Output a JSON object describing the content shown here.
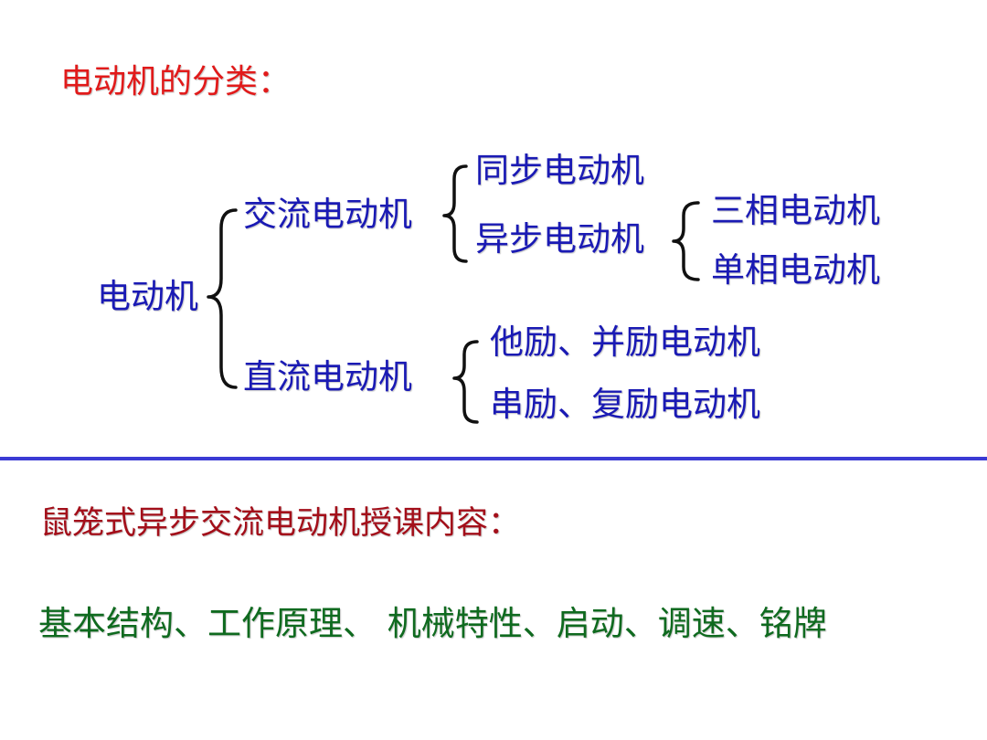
{
  "title": "电动机的分类：",
  "tree": {
    "root": "电动机",
    "ac": {
      "label": "交流电动机",
      "sync": "同步电动机",
      "async": {
        "label": "异步电动机",
        "three_phase": "三相电动机",
        "single_phase": "单相电动机"
      }
    },
    "dc": {
      "label": "直流电动机",
      "type1": "他励、并励电动机",
      "type2": "串励、复励电动机"
    }
  },
  "subtitle": "鼠笼式异步交流电动机授课内容：",
  "content": "基本结构、工作原理、 机械特性、启动、调速、铭牌",
  "colors": {
    "title": "#e11a1a",
    "tree_text": "#1a1ab4",
    "subtitle": "#a30f1a",
    "content": "#0f6a1f",
    "divider": "#3a3ad4",
    "brace": "#111111"
  }
}
